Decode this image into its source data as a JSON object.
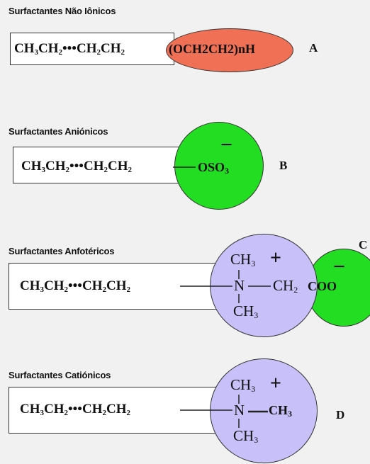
{
  "sections": {
    "nonionic": {
      "title": "Surfactantes Não Iônicos",
      "chain_main": "CH",
      "chain_sub1": "3",
      "chain_mid1": "CH",
      "chain_sub2": "2",
      "chain_dots": "•••",
      "chain_mid2": "CH",
      "chain_sub3": "2",
      "chain_mid3": "CH",
      "chain_sub4": "2",
      "head_text": "(OCH2CH2)nH",
      "letter": "A",
      "head_color": "#f07055"
    },
    "anionic": {
      "title": "Surfactantes Aniónicos",
      "chain_dots": "•••",
      "head_text": "OSO",
      "head_sub": "3",
      "charge": "−",
      "letter": "B",
      "head_color": "#22dd22"
    },
    "amphoteric": {
      "title": "Surfactantes Anfotéricos",
      "chain_dots": "•••",
      "ch3_top": "CH",
      "ch3_top_sub": "3",
      "plus": "+",
      "n": "N",
      "ch2": "CH",
      "ch2_sub": "2",
      "coo": "COO",
      "minus": "−",
      "ch3_bottom": "CH",
      "ch3_bottom_sub": "3",
      "letter": "C",
      "head_color": "#c8c0f8",
      "anion_color": "#22dd22"
    },
    "cationic": {
      "title": "Surfactantes Catiónicos",
      "chain_dots": "•••",
      "ch3_top": "CH",
      "ch3_top_sub": "3",
      "plus": "+",
      "n": "N",
      "ch3_right": "CH",
      "ch3_right_sub": "3",
      "ch3_bottom": "CH",
      "ch3_bottom_sub": "3",
      "letter": "D",
      "head_color": "#c8c0f8"
    }
  }
}
